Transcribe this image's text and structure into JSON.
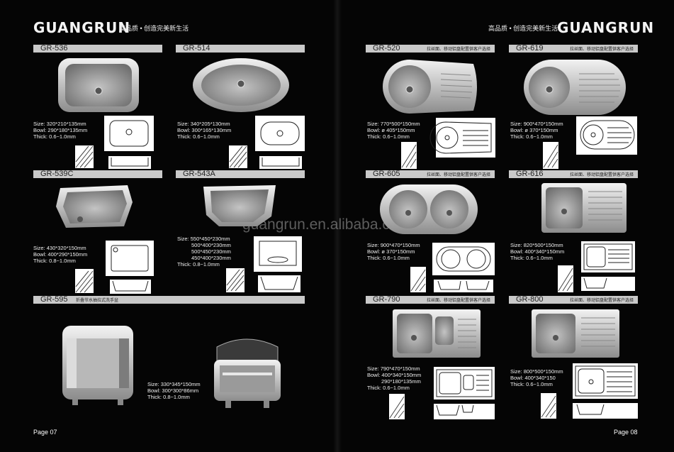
{
  "left": {
    "brand": "GUANGRUN",
    "tagline": "高品质 • 创造完美新生活",
    "page": "Page 07",
    "products": [
      {
        "code": "GR-536",
        "note": "",
        "specs": [
          "Size: 320*210*135mm",
          "Bowl: 290*180*135mm",
          "Thick: 0.6~1.0mm"
        ]
      },
      {
        "code": "GR-514",
        "note": "",
        "specs": [
          "Size: 340*205*130mm",
          "Bowl: 300*165*130mm",
          "Thick: 0.6~1.0mm"
        ]
      },
      {
        "code": "GR-539C",
        "note": "",
        "specs": [
          "Size: 430*320*150mm",
          "Bowl: 400*290*150mm",
          "Thick: 0.8~1.0mm"
        ]
      },
      {
        "code": "GR-543A",
        "note": "",
        "specs": [
          "Size: 550*450*230mm",
          "500*400*230mm",
          "500*450*230mm",
          "450*400*230mm",
          "Thick: 0.8~1.0mm"
        ]
      },
      {
        "code": "GR-595",
        "note": "折叠节水抽拉式洗手盆",
        "specs": [
          "Size: 330*345*150mm",
          "Bowl: 300*300*86mm",
          "Thick: 0.8~1.0mm"
        ]
      }
    ]
  },
  "right": {
    "brand": "GUANGRUN",
    "tagline": "高品质 • 创造完美新生活",
    "page": "Page 08",
    "products": [
      {
        "code": "GR-520",
        "note": "拉丝面、移动铝盘配置供客户选择",
        "specs": [
          "Size: 770*500*150mm",
          "Bowl: ø 405*150mm",
          "Thick: 0.6~1.0mm"
        ]
      },
      {
        "code": "GR-619",
        "note": "拉丝面、移动铝盘配置供客户选择",
        "specs": [
          "Size: 900*470*150mm",
          "Bowl: ø 370*150mm",
          "Thick: 0.6~1.0mm"
        ]
      },
      {
        "code": "GR-605",
        "note": "拉丝面、移动铝盘配置供客户选择",
        "specs": [
          "Size: 900*470*150mm",
          "Bowl: ø 370*150mm",
          "Thick: 0.6~1.0mm"
        ]
      },
      {
        "code": "GR-616",
        "note": "拉丝面、移动铝盘配置供客户选择",
        "specs": [
          "Size: 820*500*150mm",
          "Bowl: 400*340*150mm",
          "Thick: 0.6~1.0mm"
        ]
      },
      {
        "code": "GR-790",
        "note": "拉丝面、移动铝盘配置供客户选择",
        "specs": [
          "Size: 790*470*150mm",
          "Bowl: 400*340*150mm",
          "290*180*135mm",
          "Thick: 0.6~1.0mm"
        ]
      },
      {
        "code": "GR-800",
        "note": "拉丝面、移动铝盘配置供客户选择",
        "specs": [
          "Size: 800*500*150mm",
          "Bowl: 400*340*150",
          "Thick: 0.6~1.0mm"
        ]
      }
    ]
  },
  "watermark": "guangrun.en.alibaba.com"
}
